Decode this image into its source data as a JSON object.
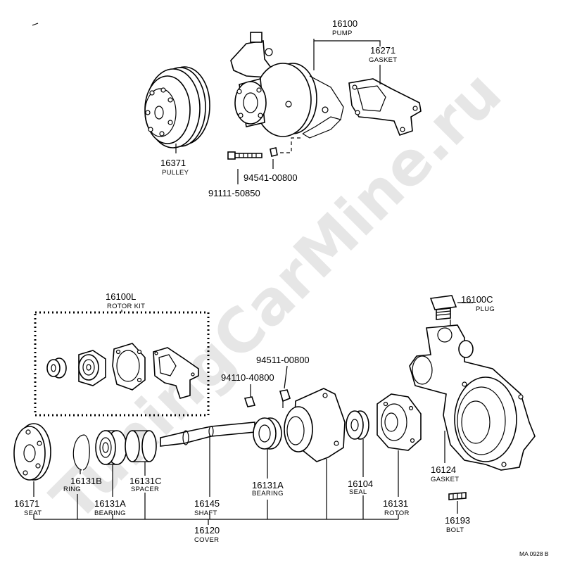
{
  "watermark": "TuningCarMine.ru",
  "figure_code": "MA 0928 B",
  "callouts": {
    "pump": {
      "number": "16100",
      "name": "PUMP"
    },
    "gasket_top": {
      "number": "16271",
      "name": "GASKET"
    },
    "pulley": {
      "number": "16371",
      "name": "PULLEY"
    },
    "nut_top": {
      "number": "94541-00800"
    },
    "bolt_top": {
      "number": "91111-50850"
    },
    "rotor_kit": {
      "number": "16100L",
      "name": "ROTOR KIT"
    },
    "plug": {
      "number": "16100C",
      "name": "PLUG"
    },
    "nut_a": {
      "number": "94511-00800"
    },
    "nut_b": {
      "number": "94110-40800"
    },
    "seat": {
      "number": "16171",
      "name": "SEAT"
    },
    "ring": {
      "number": "16131B",
      "name": "RING"
    },
    "bearing_left": {
      "number": "16131A",
      "name": "BEARING"
    },
    "spacer": {
      "number": "16131C",
      "name": "SPACER"
    },
    "shaft": {
      "number": "16145",
      "name": "SHAFT"
    },
    "bearing_mid": {
      "number": "16131A",
      "name": "BEARING"
    },
    "seal": {
      "number": "16104",
      "name": "SEAL"
    },
    "rotor": {
      "number": "16131",
      "name": "ROTOR"
    },
    "gasket_right": {
      "number": "16124",
      "name": "GASKET"
    },
    "bolt_right": {
      "number": "16193",
      "name": "BOLT"
    },
    "cover": {
      "number": "16120",
      "name": "COVER"
    }
  }
}
